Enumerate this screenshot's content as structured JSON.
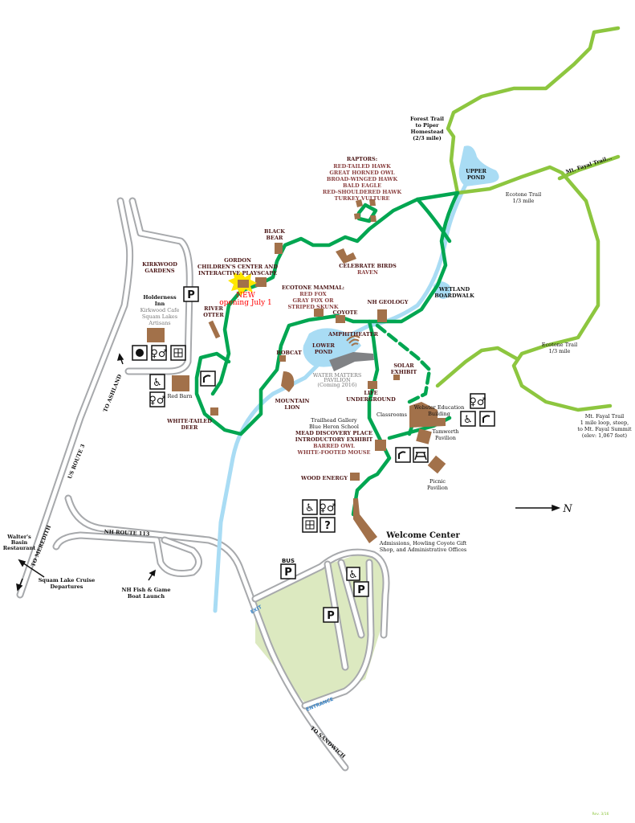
{
  "colors": {
    "trail": "#00a651",
    "outer_trail": "#8dc63f",
    "water": "#a9dcf4",
    "building": "#a2714a",
    "road": "#a7a9ac",
    "parking": "#dce9c0",
    "label": "#4a1414",
    "new": "#ff0000"
  },
  "exhibits": {
    "raptors_title": "RAPTORS:",
    "raptors": [
      "RED-TAILED HAWK",
      "GREAT HORNED OWL",
      "BROAD-WINGED HAWK",
      "BALD EAGLE",
      "RED-SHOULDERED HAWK",
      "TURKEY VULTURE"
    ],
    "black_bear": [
      "BLACK",
      "BEAR"
    ],
    "gordon": [
      "GORDON",
      "CHILDREN'S CENTER AND",
      "INTERACTIVE PLAYSCAPE"
    ],
    "new_badge": "NEW",
    "new_opening": "opening July 1",
    "celebrate_birds": "CELEBRATE BIRDS",
    "raven": "RAVEN",
    "ecotone_title": "ECOTONE MAMMAL:",
    "ecotone": [
      "RED FOX",
      "GRAY FOX OR",
      "STRIPED SKUNK"
    ],
    "coyote": "COYOTE",
    "nh_geology": "NH GEOLOGY",
    "river_otter": [
      "RIVER",
      "OTTER"
    ],
    "kirkwood": [
      "KIRKWOOD",
      "GARDENS"
    ],
    "amphitheater": "AMPHITHEATER",
    "lower_pond": [
      "LOWER",
      "POND"
    ],
    "bobcat": "BOBCAT",
    "water_matters": [
      "WATER MATTERS",
      "PAVILION",
      "(Coming 2016)"
    ],
    "solar": [
      "SOLAR",
      "EXHIBIT"
    ],
    "life_underground": [
      "LIFE",
      "UNDERGROUND"
    ],
    "mountain_lion": [
      "MOUNTAIN",
      "LION"
    ],
    "white_tailed_deer": [
      "WHITE-TAILED",
      "DEER"
    ],
    "trailhead": [
      "Trailhead Gallery",
      "Blue Heron School"
    ],
    "mead": [
      "MEAD DISCOVERY PLACE",
      "INTRODUCTORY EXHIBIT"
    ],
    "mead_animals": [
      "BARRED OWL",
      "WHITE-FOOTED MOUSE"
    ],
    "wood_energy": "WOOD ENERGY",
    "wetland": [
      "WETLAND",
      "BOARDWALK"
    ],
    "upper_pond": [
      "UPPER",
      "POND"
    ]
  },
  "places": {
    "holderness": "Holderness",
    "inn": "Inn",
    "kirkwood_cafe": [
      "Kirkwood Cafe",
      "Squam Lakes",
      "Artisans"
    ],
    "red_barn": "Red Barn",
    "classrooms": "Classrooms",
    "webster": [
      "Webster Education",
      "Building"
    ],
    "tamworth": [
      "Tamworth",
      "Pavilion"
    ],
    "picnic": [
      "Picnic",
      "Pavilion"
    ],
    "welcome_title": "Welcome Center",
    "welcome_sub": [
      "Admissions, Howling Coyote Gift",
      "Shop, and Administrative Offices"
    ],
    "bus": "BUS",
    "exit": "EXIT",
    "entrance": "ENTRANCE"
  },
  "trails": {
    "forest": [
      "Forest Trail",
      "to Piper",
      "Homestead",
      "(2/3 mile)"
    ],
    "mt_fayal_top": "Mt. Fayal Trail...",
    "ecotone_1": [
      "Ecotone Trail",
      "1/3 mile"
    ],
    "ecotone_2": [
      "Ecotone Trail",
      "1/3 mile"
    ],
    "mt_fayal_loop": [
      "Mt. Fayal Trail",
      "1 mile loop, steep,",
      "to Mt. Fayal Summit",
      "(elev: 1,067 feet)"
    ]
  },
  "roads": {
    "us3": "US ROUTE 3",
    "ashland": "TO ASHLAND",
    "meredith": "TO MEREDITH",
    "nh113": "NH ROUTE 113",
    "sandwich": "TO SANDWICH",
    "walters": [
      "Walter's",
      "Basin",
      "Restaurant"
    ],
    "squam_cruise": [
      "Squam Lake Cruise",
      "Departures"
    ],
    "fish_game": [
      "NH Fish & Game",
      "Boat Launch"
    ]
  },
  "icons": {
    "parking": "P",
    "info": "?",
    "north": "N"
  },
  "revision": "Rev. 3/16"
}
